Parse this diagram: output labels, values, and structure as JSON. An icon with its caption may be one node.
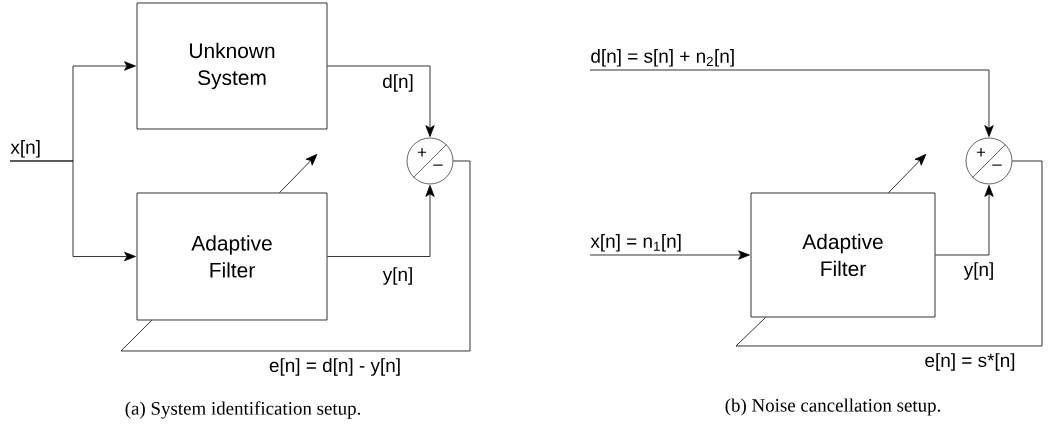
{
  "diagram": {
    "nodes": [
      {
        "text": [
          "Unknown System"
        ]
      },
      {
        "text": [
          "Adaptive Filter"
        ]
      },
      {
        "text": [
          "+",
          "–"
        ]
      },
      {
        "text": [
          "x[n]"
        ]
      },
      {
        "text": [
          "d[n] = s[n] + n$_{2}$[n]"
        ]
      },
      {
        "text": [
          "+",
          "–"
        ]
      },
      {
        "text": [
          "x[n] = n$_{1}$[n]"
        ]
      },
      {
        "text": [
          "Adaptive Filter"
        ]
      }
    ],
    "edges": [
      {
        "from": 3,
        "to": 0,
        "arrow": "to"
      },
      {
        "from": 3,
        "to": 1,
        "arrow": "to"
      },
      {
        "from": 0,
        "to": 2,
        "arrow": "to",
        "label": "d[n]"
      },
      {
        "from": 1,
        "to": 2,
        "arrow": "to",
        "label": "y[n]"
      },
      {
        "from": 2,
        "to": 1,
        "arrow": "none",
        "label": "e[n] = d[n] - y[n]"
      },
      {
        "from": 1,
        "to": null,
        "arrow": "to"
      },
      {
        "from": 4,
        "to": 5,
        "arrow": "to"
      },
      {
        "from": 6,
        "to": 7,
        "arrow": "to"
      },
      {
        "from": 7,
        "to": 5,
        "arrow": "to",
        "label": "y[n]"
      },
      {
        "from": 5,
        "to": 7,
        "arrow": "none",
        "label": "e[n] = s*[n]"
      },
      {
        "from": 7,
        "to": null,
        "arrow": "to"
      }
    ],
    "labels": [
      "(a) System identification setup.",
      "(b) Noise cancellation setup."
    ]
  }
}
